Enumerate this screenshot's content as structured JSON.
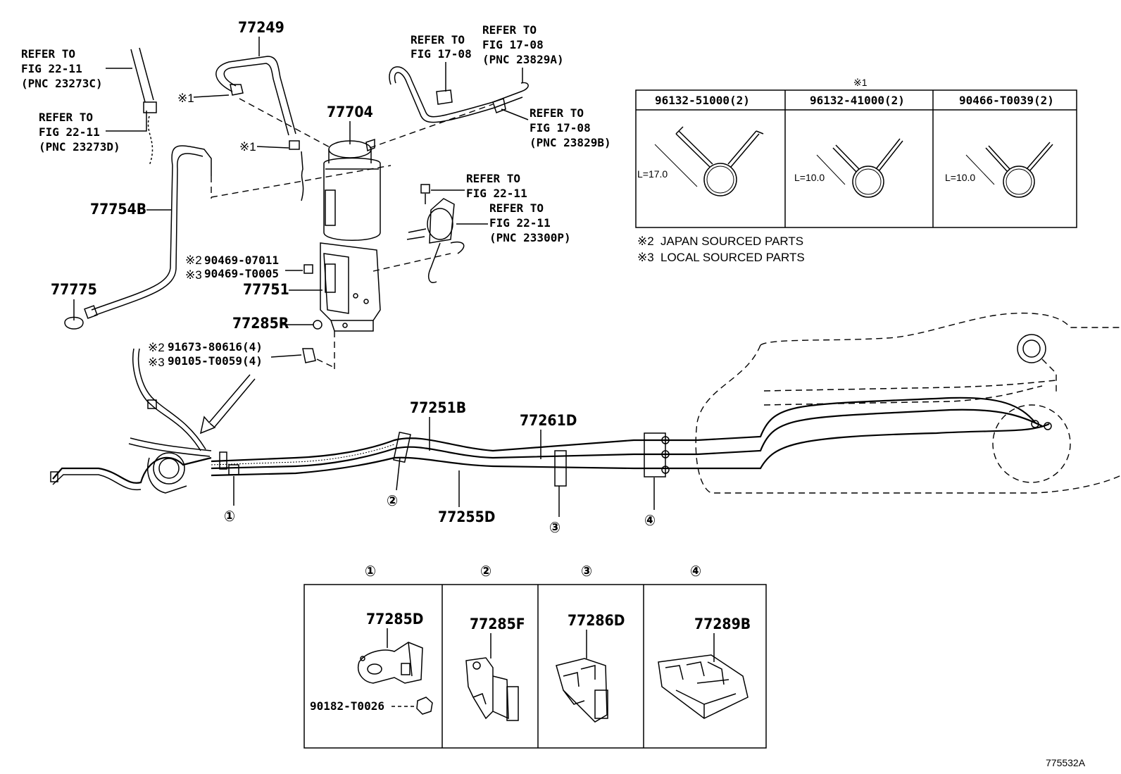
{
  "figure_id": "775532A",
  "callouts": {
    "p77249": "77249",
    "p77704": "77704",
    "p77754B": "77754B",
    "p77775": "77775",
    "p77751": "77751",
    "p77285R": "77285R",
    "p77251B": "77251B",
    "p77261D": "77261D",
    "p77255D": "77255D",
    "p90469_07011": "90469-07011",
    "p90469_T0005": "90469-T0005",
    "p91673": "91673-80616(4)",
    "p90105": "90105-T0059(4)",
    "note1_mark_a": "※1",
    "note1_mark_b": "※1",
    "note2_mark_a": "※2",
    "note3_mark_a": "※3",
    "note2_mark_b": "※2",
    "note3_mark_b": "※3"
  },
  "refs": {
    "r1": [
      "REFER TO",
      "FIG 22-11",
      "(PNC 23273C)"
    ],
    "r2": [
      "REFER TO",
      "FIG 22-11",
      "(PNC 23273D)"
    ],
    "r3": [
      "REFER TO",
      "FIG 17-08"
    ],
    "r4": [
      "REFER TO",
      "FIG 17-08",
      "(PNC 23829A)"
    ],
    "r5": [
      "REFER TO",
      "FIG 17-08",
      "(PNC 23829B)"
    ],
    "r6": [
      "REFER TO",
      "FIG 22-11"
    ],
    "r7": [
      "REFER TO",
      "FIG 22-11",
      "(PNC 23300P)"
    ]
  },
  "clip_table": {
    "mark": "※1",
    "headers": [
      "96132-51000(2)",
      "96132-41000(2)",
      "90466-T0039(2)"
    ],
    "lengths": [
      "L=17.0",
      "L=10.0",
      "L=10.0"
    ]
  },
  "notes": [
    {
      "mark": "※2",
      "text": "JAPAN SOURCED PARTS"
    },
    {
      "mark": "※3",
      "text": "LOCAL SOURCED PARTS"
    }
  ],
  "circle_numbers": [
    "①",
    "②",
    "③",
    "④"
  ],
  "detail_boxes": [
    {
      "num": "①",
      "part": "77285D",
      "sub": "90182-T0026"
    },
    {
      "num": "②",
      "part": "77285F"
    },
    {
      "num": "③",
      "part": "77286D"
    },
    {
      "num": "④",
      "part": "77289B"
    }
  ]
}
